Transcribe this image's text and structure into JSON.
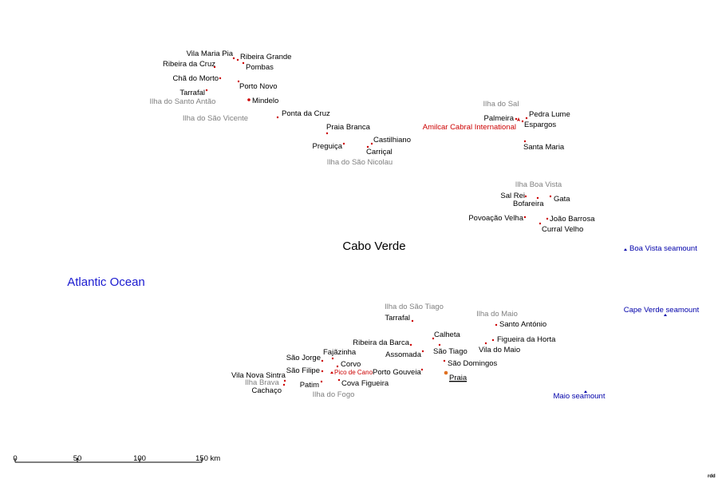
{
  "map": {
    "country": "Cabo Verde",
    "ocean": "Atlantic Ocean",
    "credit": "rdd",
    "scale": {
      "labels": [
        "0",
        "50",
        "100",
        "150 km"
      ]
    },
    "colors": {
      "place": "#000000",
      "island": "#808080",
      "airport": "#cc0000",
      "seamount": "#0000aa",
      "ocean": "#1a1ad0",
      "dot": "#cc0000",
      "capital_dot": "#e07020"
    },
    "islands": [
      "Ilha do Santo Antão",
      "Ilha do São Vicente",
      "Ilha do São Nicolau",
      "Ilha do Sal",
      "Ilha Boa Vista",
      "Ilha do São Tiago",
      "Ilha do Maio",
      "Ilha Brava",
      "Ilha do Fogo"
    ],
    "places": [
      "Vila Maria Pia",
      "Ribeira Grande",
      "Ribeira da Cruz",
      "Pombas",
      "Chã do Morto",
      "Porto Novo",
      "Tarrafal",
      "Mindelo",
      "Ponta da Cruz",
      "Praia Branca",
      "Castilhiano",
      "Preguiça",
      "Carriçal",
      "Palmeira",
      "Pedra Lume",
      "Espargos",
      "Santa Maria",
      "Sal Rei",
      "Gata",
      "Bofareira",
      "Povoação Velha",
      "João Barrosa",
      "Curral Velho",
      "Tarrafal",
      "Santo António",
      "Calheta",
      "Figueira da Horta",
      "Ribeira da Barca",
      "Vila do Maio",
      "São Tiago",
      "Assomada",
      "Fajãzinha",
      "São Jorge",
      "São Domingos",
      "Corvo",
      "São Filipe",
      "Porto Gouveia",
      "Vila Nova Sintra",
      "Cova Figueira",
      "Patim",
      "Cachaço"
    ],
    "capital": "Praia",
    "airport": "Amilcar Cabral International",
    "peak": "Pico de Cano",
    "seamounts": [
      "Boa Vista seamount",
      "Cape Verde seamount",
      "Maio seamount"
    ]
  }
}
